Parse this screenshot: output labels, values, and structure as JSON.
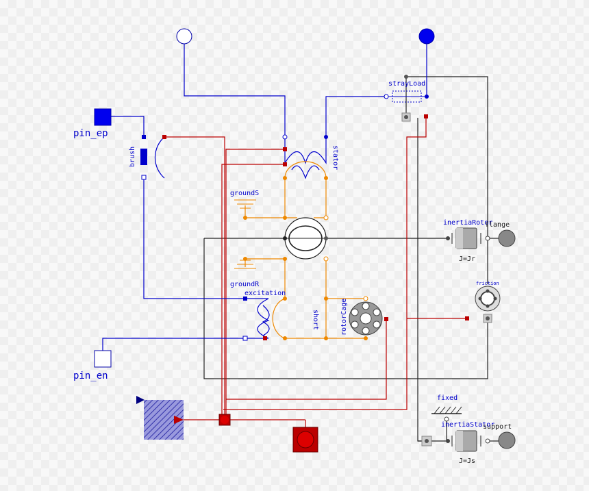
{
  "labels": {
    "pin_ep": "pin_ep",
    "pin_en": "pin_en",
    "brush": "brush",
    "stator": "stator",
    "strayLoad": "strayLoad",
    "groundS": "groundS",
    "groundR": "groundR",
    "excitation": "excitation",
    "short": "short",
    "rotorCage": "rotorCage",
    "inertiaRotor": "inertiaRotor",
    "flange": "flange",
    "jr": "J=Jr",
    "friction": "friction",
    "fixed": "fixed",
    "inertiaStator": "inertiaStator",
    "support": "support",
    "js": "J=Js"
  },
  "colors": {
    "electric": "#0000cc",
    "magnetic": "#ee8800",
    "thermal": "#bb0000",
    "mechanical": "#222222"
  }
}
